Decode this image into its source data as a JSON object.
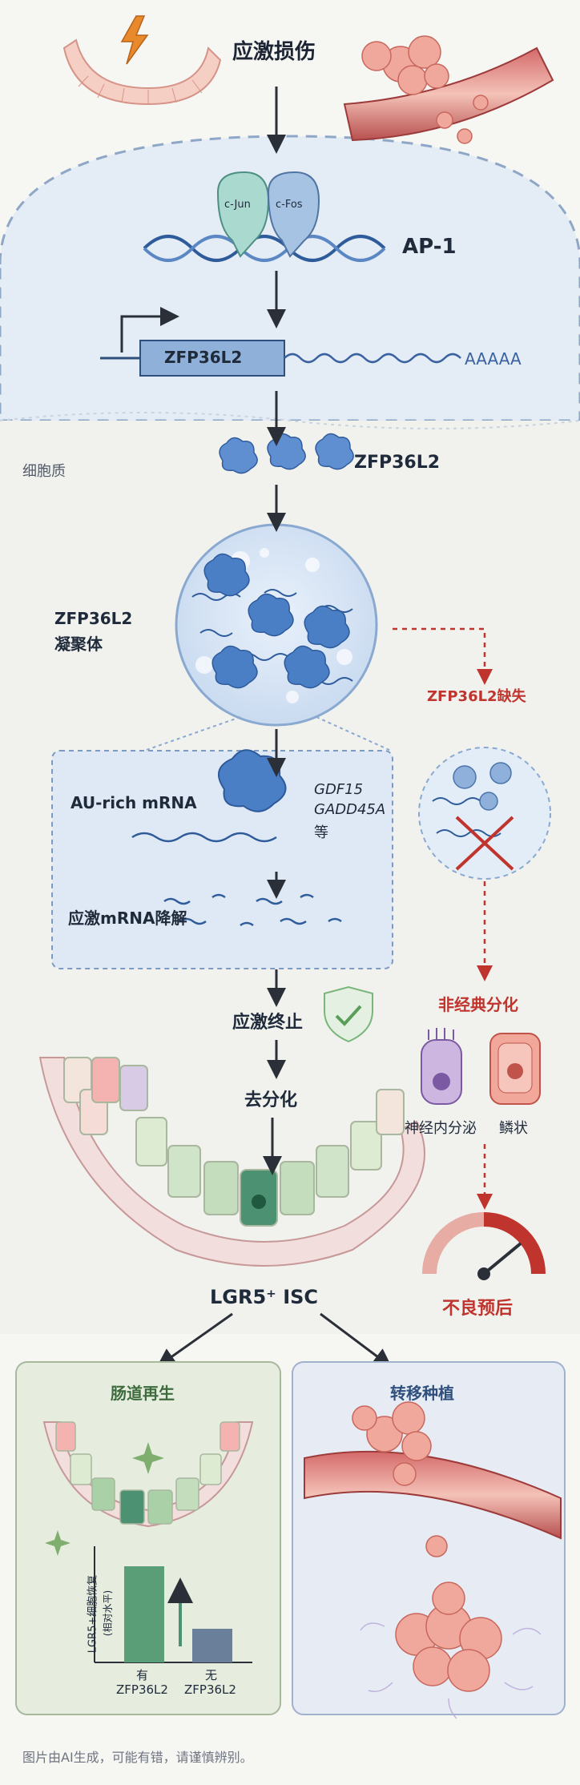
{
  "labels": {
    "stress_injury": "应激损伤",
    "cjun": "c-Jun",
    "cfos": "c-Fos",
    "ap1": "AP-1",
    "gene": "ZFP36L2",
    "polya": "AAAAA",
    "cytoplasm": "细胞质",
    "protein": "ZFP36L2",
    "condensate_line1": "ZFP36L2",
    "condensate_line2": "凝聚体",
    "au_rich": "AU-rich mRNA",
    "gdf15": "GDF15",
    "gadd45a": "GADD45A",
    "etc": "等",
    "decay": "应激mRNA降解",
    "stress_end": "应激终止",
    "dediff": "去分化",
    "lgr5_isc": "LGR5⁺ ISC",
    "loss": "ZFP36L2缺失",
    "noncanonical": "非经典分化",
    "neuroendocrine": "神经内分泌",
    "squamous": "鳞状",
    "poor_prognosis": "不良预后",
    "regeneration": "肠道再生",
    "metastasis": "转移种植"
  },
  "bar_chart": {
    "ylabel_line1": "LGR5+细胞恢复",
    "ylabel_line2": "(相对水平)",
    "categories": [
      {
        "line1": "有",
        "line2": "ZFP36L2"
      },
      {
        "line1": "无",
        "line2": "ZFP36L2"
      }
    ],
    "values": [
      1.0,
      0.35
    ],
    "colors": [
      "#5a9e78",
      "#6a7f99"
    ]
  },
  "footer": "图片由AI生成，可能有错，请谨慎辨别。"
}
